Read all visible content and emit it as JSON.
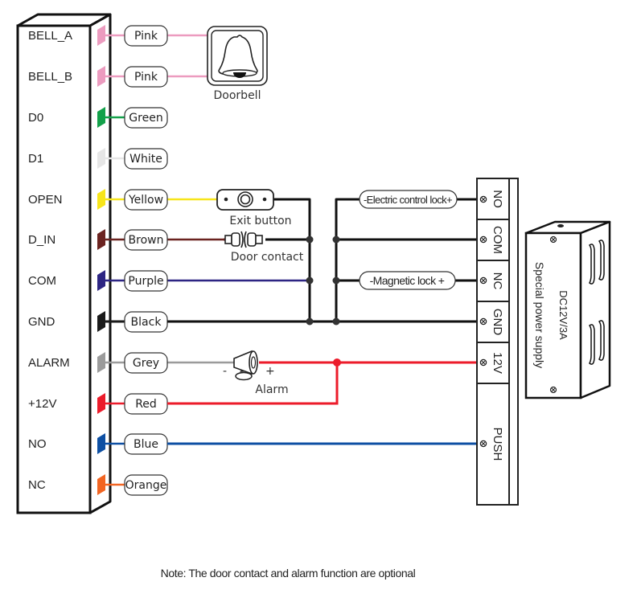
{
  "controller": {
    "pins": [
      {
        "label": "BELL_A",
        "wire": "Pink",
        "color": "#ec9bbf"
      },
      {
        "label": "BELL_B",
        "wire": "Pink",
        "color": "#ec9bbf"
      },
      {
        "label": "D0",
        "wire": "Green",
        "color": "#13a14a"
      },
      {
        "label": "D1",
        "wire": "White",
        "color": "#e6e6e6"
      },
      {
        "label": "OPEN",
        "wire": "Yellow",
        "color": "#f7e51a"
      },
      {
        "label": "D_IN",
        "wire": "Brown",
        "color": "#6b2320"
      },
      {
        "label": "COM",
        "wire": "Purple",
        "color": "#2d2583"
      },
      {
        "label": "GND",
        "wire": "Black",
        "color": "#1a1a1a"
      },
      {
        "label": "ALARM",
        "wire": "Grey",
        "color": "#9b9b9b"
      },
      {
        "label": "+12V",
        "wire": "Red",
        "color": "#ec1c2b"
      },
      {
        "label": "NO",
        "wire": "Blue",
        "color": "#0d4fa3"
      },
      {
        "label": "NC",
        "wire": "Orange",
        "color": "#f26522"
      }
    ]
  },
  "devices": {
    "doorbell": "Doorbell",
    "exit_button": "Exit button",
    "door_contact": "Door contact",
    "alarm": "Alarm",
    "alarm_minus": "-",
    "alarm_plus": "+",
    "electric_lock": "-Electric control lock+",
    "magnetic_lock": "-Magnetic lock +"
  },
  "terminal_block": {
    "terminals": [
      "NO",
      "COM",
      "NC",
      "GND",
      "12V",
      "PUSH"
    ]
  },
  "power_supply": {
    "rating": "DC12V/3A",
    "name": "Special power supply"
  },
  "note": "Note: The door contact and alarm function are optional"
}
